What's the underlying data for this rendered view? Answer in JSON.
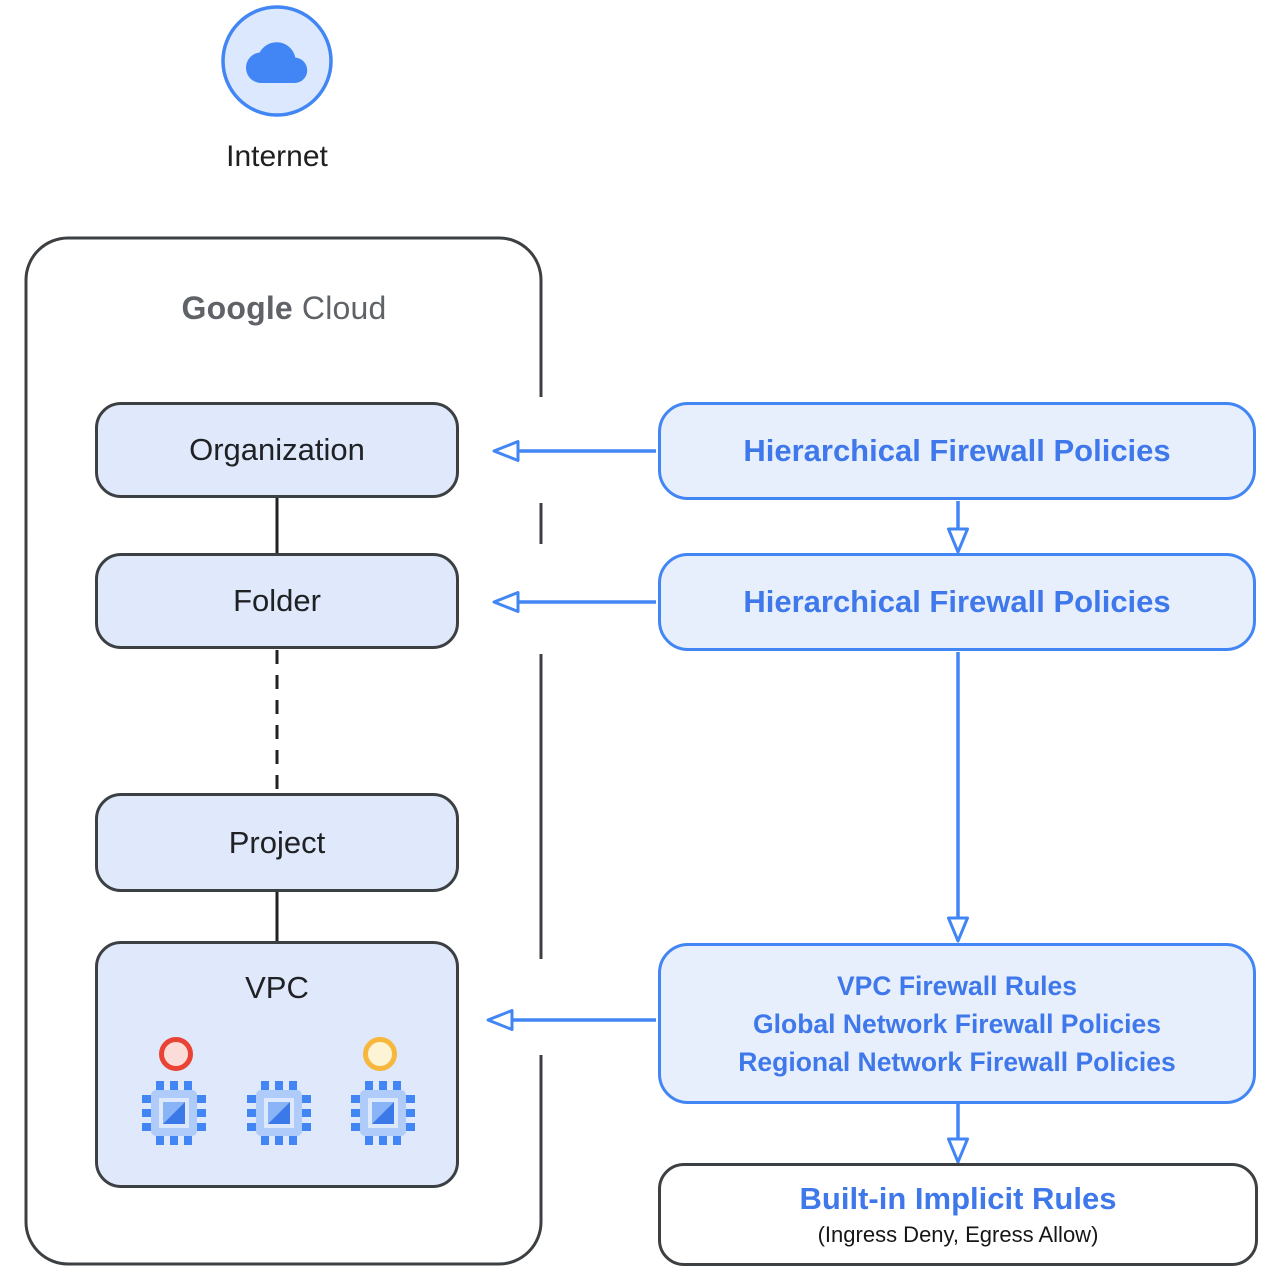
{
  "palette": {
    "accent_blue": "#4285f4",
    "blue_text": "#3f78ea",
    "light_blue_fill": "#e8effc",
    "left_box_fill": "#dfe9fb",
    "dark_border": "#3c4043",
    "red_dot_stroke": "#e94335",
    "red_dot_fill": "#fbdcd9",
    "yellow_dot_stroke": "#f6b73c",
    "yellow_dot_fill": "#fdf3d5",
    "brand_gray": "#5f6368"
  },
  "internet": {
    "label": "Internet"
  },
  "google_cloud": {
    "brand_primary": "Google",
    "brand_secondary": "Cloud"
  },
  "hierarchy": {
    "organization": "Organization",
    "folder": "Folder",
    "project": "Project",
    "vpc": "VPC"
  },
  "policies": {
    "hierarchical_1": "Hierarchical Firewall Policies",
    "hierarchical_2": "Hierarchical Firewall Policies",
    "vpc_rules_lines": [
      "VPC Firewall Rules",
      "Global Network Firewall Policies",
      "Regional Network Firewall Policies"
    ],
    "builtin_title": "Built-in Implicit Rules",
    "builtin_subtitle": "(Ingress Deny, Egress Allow)"
  },
  "icons": {
    "internet": "internet-cloud-icon",
    "vm": "vm-instance-chip-icon",
    "red_dot": "red-status-dot",
    "yellow_dot": "yellow-status-dot"
  }
}
